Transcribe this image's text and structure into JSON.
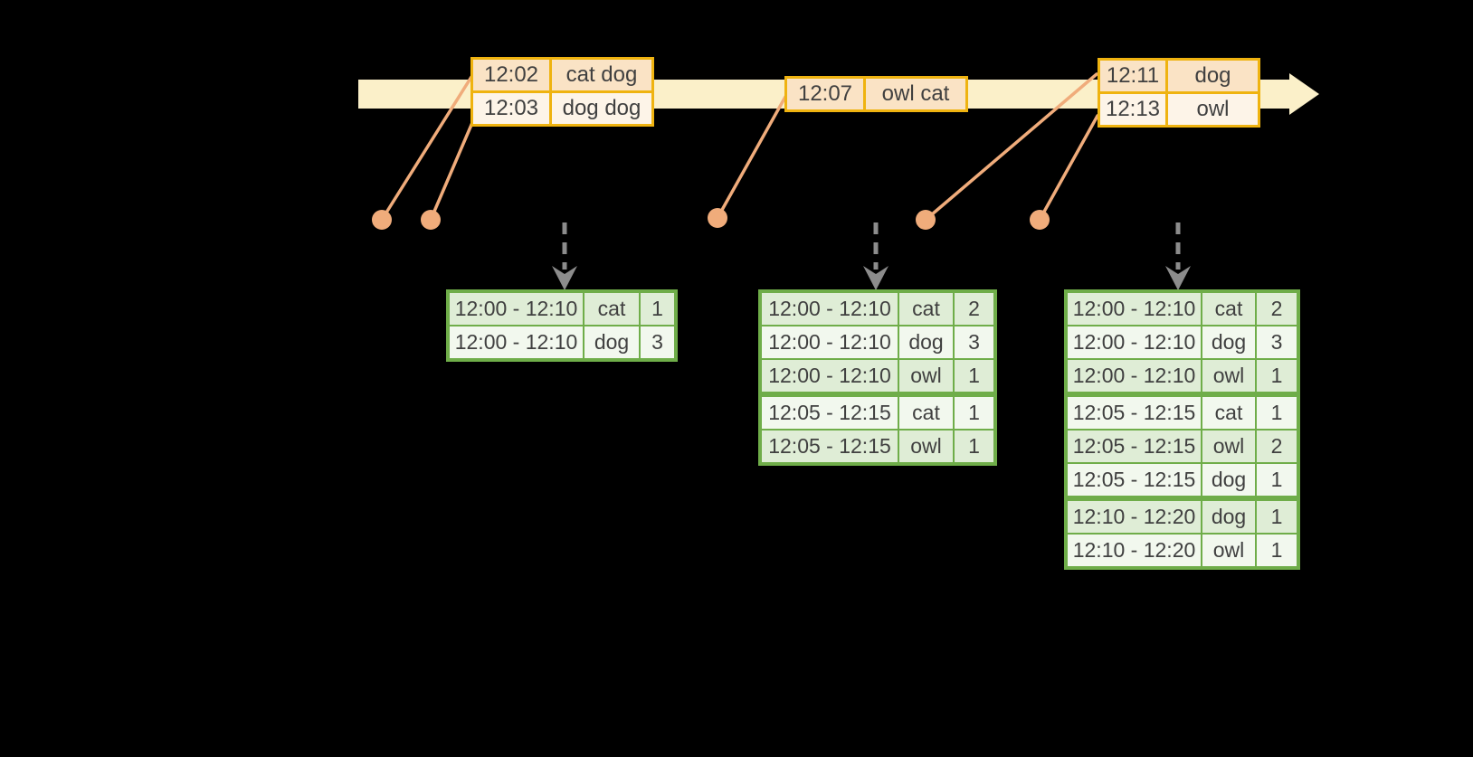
{
  "colors": {
    "bg": "#000000",
    "gold": "#EFB310",
    "peach": "#FAE3C5",
    "cream": "#FDF4E8",
    "timeline": "#FBF0C9",
    "salmon": "#F0AC7B",
    "green": "#6FAD49",
    "rowA": "#DFEDD6",
    "rowB": "#F2F8EE",
    "gray": "#8C8C8C",
    "text": "#404040"
  },
  "event_tables": [
    {
      "rows": [
        {
          "time": "12:02",
          "words": "cat dog"
        },
        {
          "time": "12:03",
          "words": "dog dog"
        }
      ]
    },
    {
      "rows": [
        {
          "time": "12:07",
          "words": "owl cat"
        }
      ]
    },
    {
      "rows": [
        {
          "time": "12:11",
          "words": "dog"
        },
        {
          "time": "12:13",
          "words": "owl"
        }
      ]
    }
  ],
  "result_tables": [
    {
      "rows": [
        {
          "window": "12:00 - 12:10",
          "word": "cat",
          "count": "1"
        },
        {
          "window": "12:00 - 12:10",
          "word": "dog",
          "count": "3"
        }
      ]
    },
    {
      "rows": [
        {
          "window": "12:00 - 12:10",
          "word": "cat",
          "count": "2"
        },
        {
          "window": "12:00 - 12:10",
          "word": "dog",
          "count": "3"
        },
        {
          "window": "12:00 - 12:10",
          "word": "owl",
          "count": "1"
        },
        {
          "window": "12:05 - 12:15",
          "word": "cat",
          "count": "1"
        },
        {
          "window": "12:05 - 12:15",
          "word": "owl",
          "count": "1"
        }
      ]
    },
    {
      "rows": [
        {
          "window": "12:00 - 12:10",
          "word": "cat",
          "count": "2"
        },
        {
          "window": "12:00 - 12:10",
          "word": "dog",
          "count": "3"
        },
        {
          "window": "12:00 - 12:10",
          "word": "owl",
          "count": "1"
        },
        {
          "window": "12:05 - 12:15",
          "word": "cat",
          "count": "1"
        },
        {
          "window": "12:05 - 12:15",
          "word": "owl",
          "count": "2"
        },
        {
          "window": "12:05 - 12:15",
          "word": "dog",
          "count": "1"
        },
        {
          "window": "12:10 - 12:20",
          "word": "dog",
          "count": "1"
        },
        {
          "window": "12:10 - 12:20",
          "word": "owl",
          "count": "1"
        }
      ]
    }
  ]
}
